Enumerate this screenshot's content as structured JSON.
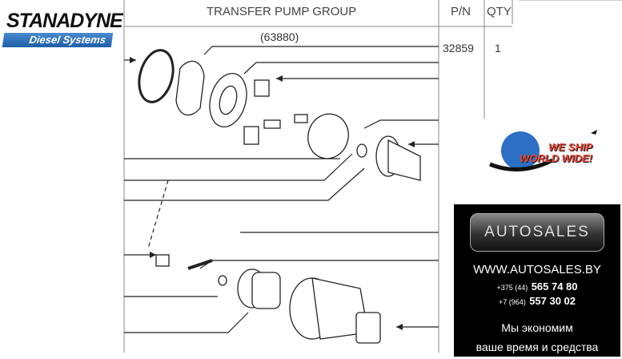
{
  "brand": {
    "name": "STANADYNE",
    "sub": "Diesel Systems"
  },
  "table": {
    "title": "TRANSFER PUMP GROUP",
    "pn_header": "P/N",
    "qty_header": "QTY",
    "group_number": "(63880)",
    "pn": "32859",
    "qty": "1"
  },
  "ship_badge": {
    "line1": "WE SHIP",
    "line2": "WORLD WIDE!"
  },
  "ad": {
    "logo": "AUTOSALES",
    "website": "WWW.AUTOSALES.BY",
    "phones": [
      {
        "prefix": "+375 (44)",
        "number": "565 74 80"
      },
      {
        "prefix": "+7 (964)",
        "number": "557 30 02"
      }
    ],
    "slogan1": "Мы экономим",
    "slogan2": "ваше время и средства"
  }
}
